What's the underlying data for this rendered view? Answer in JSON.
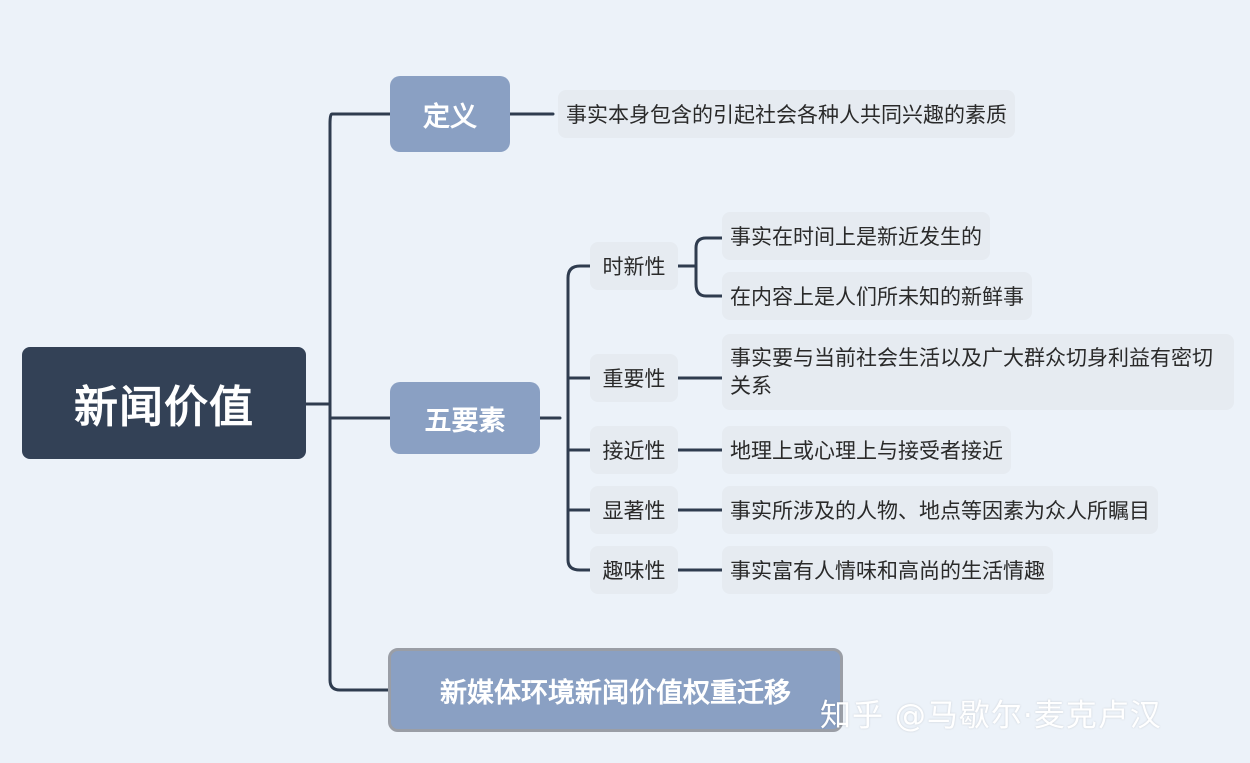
{
  "root": "新闻价值",
  "branches": {
    "definition": {
      "label": "定义",
      "detail": "事实本身包含的引起社会各种人共同兴趣的素质"
    },
    "five_elements": {
      "label": "五要素",
      "items": [
        {
          "label": "时新性",
          "details": [
            "事实在时间上是新近发生的",
            "在内容上是人们所未知的新鲜事"
          ]
        },
        {
          "label": "重要性",
          "details": [
            "事实要与当前社会生活以及广大群众切身利益有密切关系"
          ]
        },
        {
          "label": "接近性",
          "details": [
            "地理上或心理上与接受者接近"
          ]
        },
        {
          "label": "显著性",
          "details": [
            "事实所涉及的人物、地点等因素为众人所瞩目"
          ]
        },
        {
          "label": "趣味性",
          "details": [
            "事实富有人情味和高尚的生活情趣"
          ]
        }
      ]
    },
    "migration": {
      "label": "新媒体环境新闻价值权重迁移"
    }
  },
  "watermark": "知乎 @马歇尔·麦克卢汉",
  "colors": {
    "background": "#ecf2f9",
    "root_fill": "#334156",
    "branch_fill": "#8aa0c3",
    "leaf_fill": "#e6ebf1",
    "connector": "#2f3c4f"
  }
}
